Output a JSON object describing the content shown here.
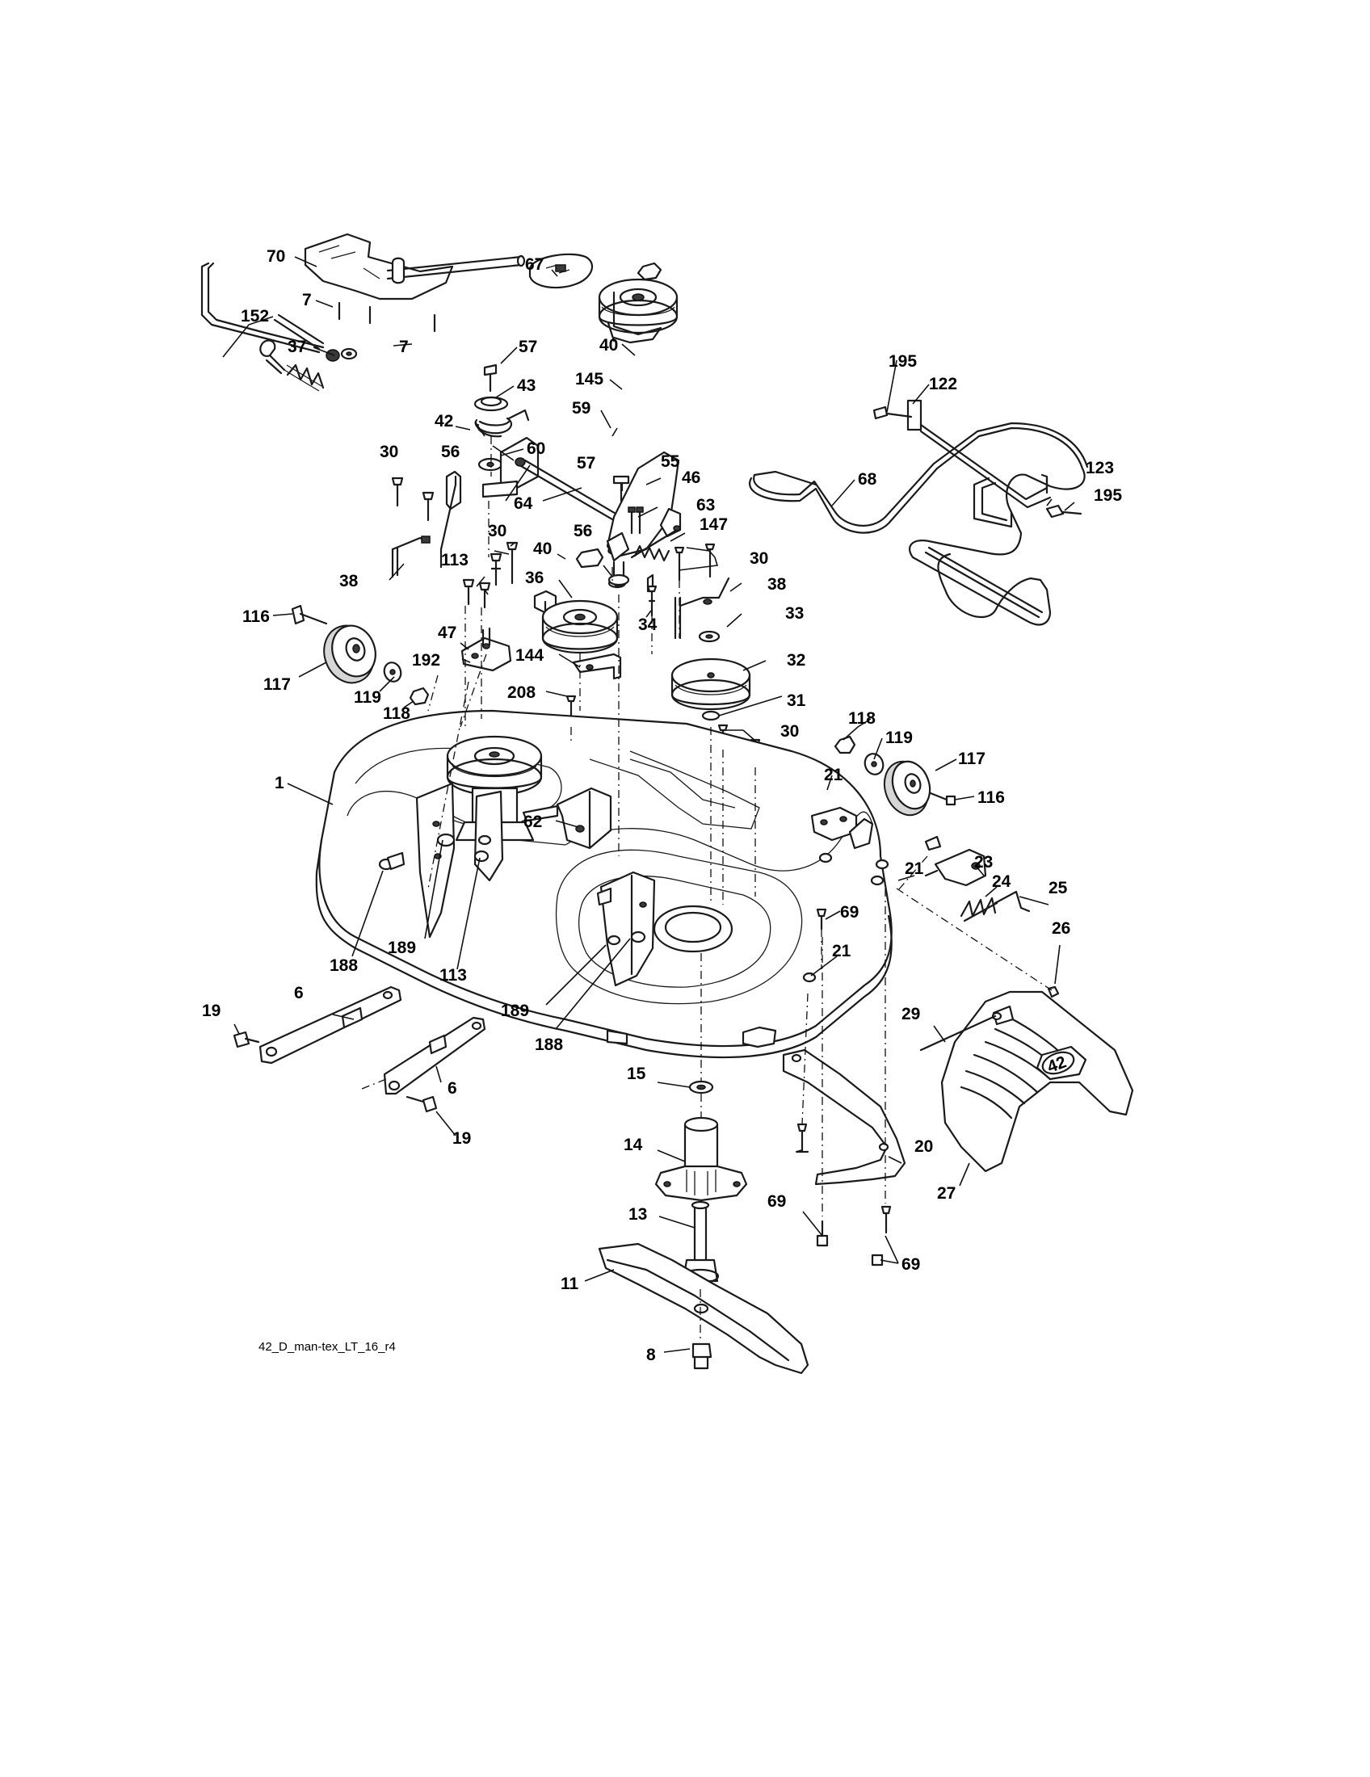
{
  "diagram_code": "42_D_man-tex_LT_16_r4",
  "callouts": [
    {
      "id": "c70",
      "text": "70"
    },
    {
      "id": "c67",
      "text": "67"
    },
    {
      "id": "c7a",
      "text": "7"
    },
    {
      "id": "c152",
      "text": "152"
    },
    {
      "id": "c37",
      "text": "37"
    },
    {
      "id": "c7b",
      "text": "7"
    },
    {
      "id": "c57a",
      "text": "57"
    },
    {
      "id": "c40a",
      "text": "40"
    },
    {
      "id": "c145",
      "text": "145"
    },
    {
      "id": "c195a",
      "text": "195"
    },
    {
      "id": "c122",
      "text": "122"
    },
    {
      "id": "c43",
      "text": "43"
    },
    {
      "id": "c59",
      "text": "59"
    },
    {
      "id": "c42",
      "text": "42"
    },
    {
      "id": "c30a",
      "text": "30"
    },
    {
      "id": "c56a",
      "text": "56"
    },
    {
      "id": "c60",
      "text": "60"
    },
    {
      "id": "c57b",
      "text": "57"
    },
    {
      "id": "c55",
      "text": "55"
    },
    {
      "id": "c46",
      "text": "46"
    },
    {
      "id": "c64",
      "text": "64"
    },
    {
      "id": "c63",
      "text": "63"
    },
    {
      "id": "c68",
      "text": "68"
    },
    {
      "id": "c123",
      "text": "123"
    },
    {
      "id": "c195b",
      "text": "195"
    },
    {
      "id": "c147",
      "text": "147"
    },
    {
      "id": "c30b",
      "text": "30"
    },
    {
      "id": "c56b",
      "text": "56"
    },
    {
      "id": "c40b",
      "text": "40"
    },
    {
      "id": "c30c",
      "text": "30"
    },
    {
      "id": "c113a",
      "text": "113"
    },
    {
      "id": "c38a",
      "text": "38"
    },
    {
      "id": "c36",
      "text": "36"
    },
    {
      "id": "c38b",
      "text": "38"
    },
    {
      "id": "c116a",
      "text": "116"
    },
    {
      "id": "c34",
      "text": "34"
    },
    {
      "id": "c33",
      "text": "33"
    },
    {
      "id": "c47",
      "text": "47"
    },
    {
      "id": "c144",
      "text": "144"
    },
    {
      "id": "c192",
      "text": "192"
    },
    {
      "id": "c32",
      "text": "32"
    },
    {
      "id": "c117a",
      "text": "117"
    },
    {
      "id": "c119a",
      "text": "119"
    },
    {
      "id": "c118a",
      "text": "118"
    },
    {
      "id": "c208",
      "text": "208"
    },
    {
      "id": "c31",
      "text": "31"
    },
    {
      "id": "c118b",
      "text": "118"
    },
    {
      "id": "c30d",
      "text": "30"
    },
    {
      "id": "c119b",
      "text": "119"
    },
    {
      "id": "c117b",
      "text": "117"
    },
    {
      "id": "c1",
      "text": "1"
    },
    {
      "id": "c21a",
      "text": "21"
    },
    {
      "id": "c116b",
      "text": "116"
    },
    {
      "id": "c62",
      "text": "62"
    },
    {
      "id": "c23",
      "text": "23"
    },
    {
      "id": "c21b",
      "text": "21"
    },
    {
      "id": "c24",
      "text": "24"
    },
    {
      "id": "c25",
      "text": "25"
    },
    {
      "id": "c188a",
      "text": "188"
    },
    {
      "id": "c69a",
      "text": "69"
    },
    {
      "id": "c26",
      "text": "26"
    },
    {
      "id": "c189a",
      "text": "189"
    },
    {
      "id": "c21c",
      "text": "21"
    },
    {
      "id": "c113b",
      "text": "113"
    },
    {
      "id": "c6a",
      "text": "6"
    },
    {
      "id": "c19a",
      "text": "19"
    },
    {
      "id": "c189b",
      "text": "189"
    },
    {
      "id": "c29",
      "text": "29"
    },
    {
      "id": "c188b",
      "text": "188"
    },
    {
      "id": "c6b",
      "text": "6"
    },
    {
      "id": "c15",
      "text": "15"
    },
    {
      "id": "c19b",
      "text": "19"
    },
    {
      "id": "c20",
      "text": "20"
    },
    {
      "id": "c14",
      "text": "14"
    },
    {
      "id": "c27",
      "text": "27"
    },
    {
      "id": "c69b",
      "text": "69"
    },
    {
      "id": "c13",
      "text": "13"
    },
    {
      "id": "c69c",
      "text": "69"
    },
    {
      "id": "c11",
      "text": "11"
    },
    {
      "id": "c8",
      "text": "8"
    }
  ],
  "logo_text": "42"
}
